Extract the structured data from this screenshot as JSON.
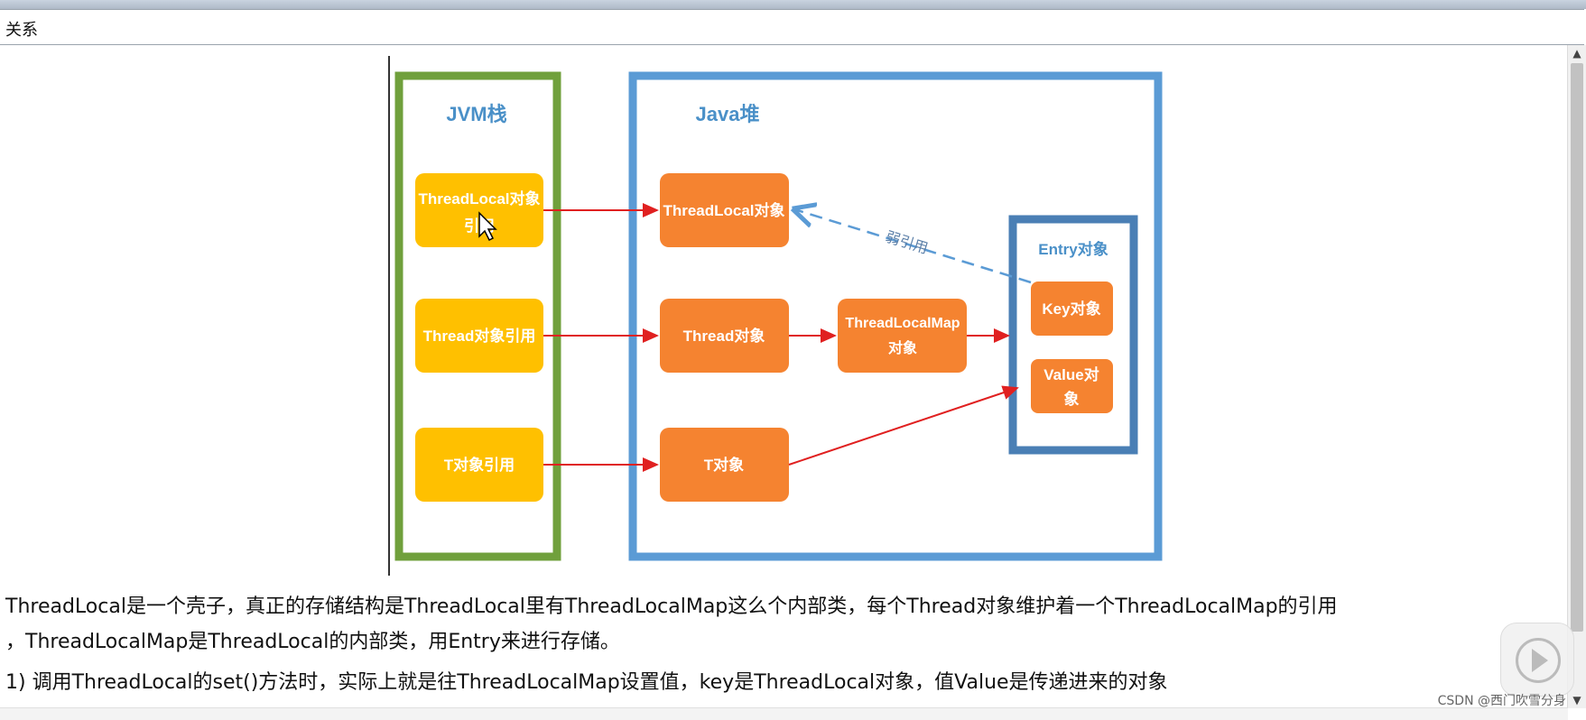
{
  "window": {
    "title": "关系"
  },
  "diagram": {
    "jvm_stack": {
      "title": "JVM栈",
      "items": [
        "ThreadLocal对象",
        "引用",
        "Thread对象引用",
        "T对象引用"
      ]
    },
    "java_heap": {
      "title": "Java堆",
      "threadlocal_obj": "ThreadLocal对象",
      "thread_obj": "Thread对象",
      "threadlocalmap_line1": "ThreadLocalMap",
      "threadlocalmap_line2": "对象",
      "t_obj": "T对象",
      "weak_ref_label": "弱引用"
    },
    "entry": {
      "title": "Entry对象",
      "key": "Key对象",
      "value_line1": "Value对",
      "value_line2": "象"
    },
    "colors": {
      "jvm_border": "#70a03c",
      "heap_border": "#5b9bd5",
      "entry_border": "#4a7fb5",
      "yellow_box": "#ffc000",
      "orange_box": "#f58330",
      "arrow_red": "#e02020",
      "weak_arrow": "#5b9bd5",
      "title_blue": "#4a90c8"
    }
  },
  "text": {
    "p1": "ThreadLocal是一个壳子，真正的存储结构是ThreadLocal里有ThreadLocalMap这么个内部类，每个Thread对象维护着一个ThreadLocalMap的引用",
    "p2": "，ThreadLocalMap是ThreadLocal的内部类，用Entry来进行存储。",
    "p3": "1) 调用ThreadLocal的set()方法时，实际上就是往ThreadLocalMap设置值，key是ThreadLocal对象，值Value是传递进来的对象"
  },
  "watermark": "CSDN @西门吹雪分身",
  "controls": {
    "play_icon": "play-icon"
  }
}
